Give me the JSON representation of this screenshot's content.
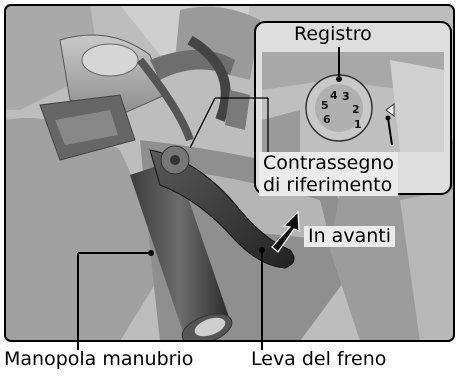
{
  "labels": {
    "adjuster": "Registro",
    "reference_mark_line1": "Contrassegno",
    "reference_mark_line2": "di riferimento",
    "forward": "In avanti",
    "handlebar_grip": "Manopola manubrio",
    "brake_lever": "Leva del freno"
  },
  "dial_numbers": [
    "1",
    "2",
    "3",
    "4",
    "5",
    "6"
  ],
  "colors": {
    "frame": "#000000",
    "background": "#ebebeb",
    "arrow": "#000000"
  }
}
